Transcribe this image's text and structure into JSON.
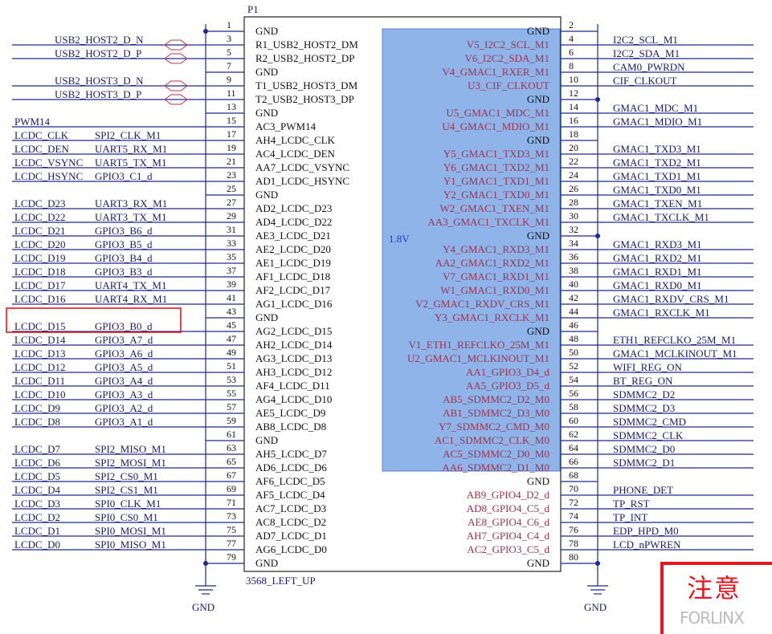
{
  "component": {
    "ref": "P1",
    "part": "3568_LEFT_UP",
    "voltage_note": "1.8V"
  },
  "gnd_left": "GND",
  "gnd_right": "GND",
  "warning_text": "注意",
  "watermark": "FORLINX",
  "colors": {
    "wire": "#1c2a8a",
    "highlight_blue": "#8fb4ea",
    "highlight_red": "#e8161d",
    "pad_red": "#a0334a"
  },
  "left_pins": [
    {
      "pin": "1",
      "name": "GND",
      "net": "",
      "alt": "",
      "mark": "junction"
    },
    {
      "pin": "3",
      "name": "R1_USB2_HOST2_DM",
      "net": "USB2_HOST2_D_N",
      "alt": "",
      "mark": "diff"
    },
    {
      "pin": "5",
      "name": "R2_USB2_HOST2_DP",
      "net": "USB2_HOST2_D_P",
      "alt": "",
      "mark": "diff"
    },
    {
      "pin": "7",
      "name": "GND",
      "net": "",
      "alt": "",
      "mark": ""
    },
    {
      "pin": "9",
      "name": "T1_USB2_HOST3_DM",
      "net": "USB2_HOST3_D_N",
      "alt": "",
      "mark": "diff"
    },
    {
      "pin": "11",
      "name": "T2_USB2_HOST3_DP",
      "net": "USB2_HOST3_D_P",
      "alt": "",
      "mark": "diff"
    },
    {
      "pin": "13",
      "name": "GND",
      "net": "",
      "alt": "",
      "mark": ""
    },
    {
      "pin": "15",
      "name": "AC3_PWM14",
      "net": "PWM14",
      "alt": "",
      "mark": ""
    },
    {
      "pin": "17",
      "name": "AH4_LCDC_CLK",
      "net": "LCDC_CLK",
      "alt": "SPI2_CLK_M1",
      "mark": ""
    },
    {
      "pin": "19",
      "name": "AC4_LCDC_DEN",
      "net": "LCDC_DEN",
      "alt": "UART5_RX_M1",
      "mark": ""
    },
    {
      "pin": "21",
      "name": "AA7_LCDC_VSYNC",
      "net": "LCDC_VSYNC",
      "alt": "UART5_TX_M1",
      "mark": ""
    },
    {
      "pin": "23",
      "name": "AD1_LCDC_HSYNC",
      "net": "LCDC_HSYNC",
      "alt": "GPIO3_C1_d",
      "mark": ""
    },
    {
      "pin": "25",
      "name": "GND",
      "net": "",
      "alt": "",
      "mark": ""
    },
    {
      "pin": "27",
      "name": "AD2_LCDC_D23",
      "net": "LCDC_D23",
      "alt": "UART3_RX_M1",
      "mark": ""
    },
    {
      "pin": "29",
      "name": "AD4_LCDC_D22",
      "net": "LCDC_D22",
      "alt": "UART3_TX_M1",
      "mark": ""
    },
    {
      "pin": "31",
      "name": "AE3_LCDC_D21",
      "net": "LCDC_D21",
      "alt": "GPIO3_B6_d",
      "mark": ""
    },
    {
      "pin": "33",
      "name": "AE2_LCDC_D20",
      "net": "LCDC_D20",
      "alt": "GPIO3_B5_d",
      "mark": ""
    },
    {
      "pin": "35",
      "name": "AE1_LCDC_D19",
      "net": "LCDC_D19",
      "alt": "GPIO3_B4_d",
      "mark": ""
    },
    {
      "pin": "37",
      "name": "AF1_LCDC_D18",
      "net": "LCDC_D18",
      "alt": "GPIO3_B3_d",
      "mark": ""
    },
    {
      "pin": "39",
      "name": "AF2_LCDC_D17",
      "net": "LCDC_D17",
      "alt": "UART4_TX_M1",
      "mark": ""
    },
    {
      "pin": "41",
      "name": "AG1_LCDC_D16",
      "net": "LCDC_D16",
      "alt": "UART4_RX_M1",
      "mark": ""
    },
    {
      "pin": "43",
      "name": "GND",
      "net": "",
      "alt": "",
      "mark": ""
    },
    {
      "pin": "45",
      "name": "AG2_LCDC_D15",
      "net": "LCDC_D15",
      "alt": "GPIO3_B0_d",
      "mark": "highlight"
    },
    {
      "pin": "47",
      "name": "AH2_LCDC_D14",
      "net": "LCDC_D14",
      "alt": "GPIO3_A7_d",
      "mark": ""
    },
    {
      "pin": "49",
      "name": "AG3_LCDC_D13",
      "net": "LCDC_D13",
      "alt": "GPIO3_A6_d",
      "mark": ""
    },
    {
      "pin": "51",
      "name": "AH3_LCDC_D12",
      "net": "LCDC_D12",
      "alt": "GPIO3_A5_d",
      "mark": ""
    },
    {
      "pin": "53",
      "name": "AF4_LCDC_D11",
      "net": "LCDC_D11",
      "alt": "GPIO3_A4_d",
      "mark": ""
    },
    {
      "pin": "55",
      "name": "AG4_LCDC_D10",
      "net": "LCDC_D10",
      "alt": "GPIO3_A3_d",
      "mark": ""
    },
    {
      "pin": "57",
      "name": "AE5_LCDC_D9",
      "net": "LCDC_D9",
      "alt": "GPIO3_A2_d",
      "mark": ""
    },
    {
      "pin": "59",
      "name": "AB8_LCDC_D8",
      "net": "LCDC_D8",
      "alt": "GPIO3_A1_d",
      "mark": ""
    },
    {
      "pin": "61",
      "name": "GND",
      "net": "",
      "alt": "",
      "mark": ""
    },
    {
      "pin": "63",
      "name": "AH5_LCDC_D7",
      "net": "LCDC_D7",
      "alt": "SPI2_MISO_M1",
      "mark": ""
    },
    {
      "pin": "65",
      "name": "AD6_LCDC_D6",
      "net": "LCDC_D6",
      "alt": "SPI2_MOSI_M1",
      "mark": ""
    },
    {
      "pin": "67",
      "name": "AF6_LCDC_D5",
      "net": "LCDC_D5",
      "alt": "SPI2_CS0_M1",
      "mark": ""
    },
    {
      "pin": "69",
      "name": "AF5_LCDC_D4",
      "net": "LCDC_D4",
      "alt": "SPI2_CS1_M1",
      "mark": ""
    },
    {
      "pin": "71",
      "name": "AC7_LCDC_D3",
      "net": "LCDC_D3",
      "alt": "SPI0_CLK_M1",
      "mark": ""
    },
    {
      "pin": "73",
      "name": "AC8_LCDC_D2",
      "net": "LCDC_D2",
      "alt": "SPI0_CS0_M1",
      "mark": ""
    },
    {
      "pin": "75",
      "name": "AD7_LCDC_D1",
      "net": "LCDC_D1",
      "alt": "SPI0_MOSI_M1",
      "mark": ""
    },
    {
      "pin": "77",
      "name": "AG6_LCDC_D0",
      "net": "LCDC_D0",
      "alt": "SPI0_MISO_M1",
      "mark": ""
    },
    {
      "pin": "79",
      "name": "GND",
      "net": "",
      "alt": "",
      "mark": "junction"
    }
  ],
  "right_pins": [
    {
      "pin": "2",
      "name": "GND",
      "net": "",
      "mark": ""
    },
    {
      "pin": "4",
      "name": "V5_I2C2_SCL_M1",
      "net": "I2C2_SCL_M1",
      "mark": ""
    },
    {
      "pin": "6",
      "name": "V6_I2C2_SDA_M1",
      "net": "I2C2_SDA_M1",
      "mark": ""
    },
    {
      "pin": "8",
      "name": "V4_GMAC1_RXER_M1",
      "net": "CAM0_PWRDN",
      "mark": ""
    },
    {
      "pin": "10",
      "name": "U3_CIF_CLKOUT",
      "net": "CIF_CLKOUT",
      "mark": ""
    },
    {
      "pin": "12",
      "name": "GND",
      "net": "",
      "mark": "junction"
    },
    {
      "pin": "14",
      "name": "U5_GMAC1_MDC_M1",
      "net": "GMAC1_MDC_M1",
      "mark": ""
    },
    {
      "pin": "16",
      "name": "U4_GMAC1_MDIO_M1",
      "net": "GMAC1_MDIO_M1",
      "mark": ""
    },
    {
      "pin": "18",
      "name": "GND",
      "net": "",
      "mark": ""
    },
    {
      "pin": "20",
      "name": "Y5_GMAC1_TXD3_M1",
      "net": "GMAC1_TXD3_M1",
      "mark": ""
    },
    {
      "pin": "22",
      "name": "Y6_GMAC1_TXD2_M1",
      "net": "GMAC1_TXD2_M1",
      "mark": ""
    },
    {
      "pin": "24",
      "name": "Y1_GMAC1_TXD1_M1",
      "net": "GMAC1_TXD1_M1",
      "mark": ""
    },
    {
      "pin": "26",
      "name": "Y2_GMAC1_TXD0_M1",
      "net": "GMAC1_TXD0_M1",
      "mark": ""
    },
    {
      "pin": "28",
      "name": "W2_GMAC1_TXEN_M1",
      "net": "GMAC1_TXEN_M1",
      "mark": ""
    },
    {
      "pin": "30",
      "name": "AA3_GMAC1_TXCLK_M1",
      "net": "GMAC1_TXCLK_M1",
      "mark": ""
    },
    {
      "pin": "32",
      "name": "GND",
      "net": "",
      "mark": "junction"
    },
    {
      "pin": "34",
      "name": "Y4_GMAC1_RXD3_M1",
      "net": "GMAC1_RXD3_M1",
      "mark": ""
    },
    {
      "pin": "36",
      "name": "AA2_GMAC1_RXD2_M1",
      "net": "GMAC1_RXD2_M1",
      "mark": ""
    },
    {
      "pin": "38",
      "name": "V7_GMAC1_RXD1_M1",
      "net": "GMAC1_RXD1_M1",
      "mark": ""
    },
    {
      "pin": "40",
      "name": "W1_GMAC1_RXD0_M1",
      "net": "GMAC1_RXD0_M1",
      "mark": ""
    },
    {
      "pin": "42",
      "name": "V2_GMAC1_RXDV_CRS_M1",
      "net": "GMAC1_RXDV_CRS_M1",
      "mark": ""
    },
    {
      "pin": "44",
      "name": "Y3_GMAC1_RXCLK_M1",
      "net": "GMAC1_RXCLK_M1",
      "mark": ""
    },
    {
      "pin": "46",
      "name": "GND",
      "net": "",
      "mark": ""
    },
    {
      "pin": "48",
      "name": "V1_ETH1_REFCLKO_25M_M1",
      "net": "ETH1_REFCLKO_25M_M1",
      "mark": ""
    },
    {
      "pin": "50",
      "name": "U2_GMAC1_MCLKINOUT_M1",
      "net": "GMAC1_MCLKINOUT_M1",
      "mark": ""
    },
    {
      "pin": "52",
      "name": "AA1_GPIO3_D4_d",
      "net": "WIFI_REG_ON",
      "mark": ""
    },
    {
      "pin": "54",
      "name": "AA5_GPIO3_D5_d",
      "net": "BT_REG_ON",
      "mark": ""
    },
    {
      "pin": "56",
      "name": "AB5_SDMMC2_D2_M0",
      "net": "SDMMC2_D2",
      "mark": ""
    },
    {
      "pin": "58",
      "name": "AB1_SDMMC2_D3_M0",
      "net": "SDMMC2_D3",
      "mark": ""
    },
    {
      "pin": "60",
      "name": "Y7_SDMMC2_CMD_M0",
      "net": "SDMMC2_CMD",
      "mark": ""
    },
    {
      "pin": "62",
      "name": "AC1_SDMMC2_CLK_M0",
      "net": "SDMMC2_CLK",
      "mark": ""
    },
    {
      "pin": "64",
      "name": "AC5_SDMMC2_D0_M0",
      "net": "SDMMC2_D0",
      "mark": ""
    },
    {
      "pin": "66",
      "name": "AA6_SDMMC2_D1_M0",
      "net": "SDMMC2_D1",
      "mark": ""
    },
    {
      "pin": "68",
      "name": "GND",
      "net": "",
      "mark": ""
    },
    {
      "pin": "70",
      "name": "AB9_GPIO4_D2_d",
      "net": "PHONE_DET",
      "mark": ""
    },
    {
      "pin": "72",
      "name": "AD8_GPIO4_C5_d",
      "net": "TP_RST",
      "mark": ""
    },
    {
      "pin": "74",
      "name": "AE8_GPIO4_C6_d",
      "net": "TP_INT",
      "mark": ""
    },
    {
      "pin": "76",
      "name": "AH7_GPIO4_C4_d",
      "net": "EDP_HPD_M0",
      "mark": ""
    },
    {
      "pin": "78",
      "name": "AC2_GPIO3_C5_d",
      "net": "LCD_nPWREN",
      "mark": ""
    },
    {
      "pin": "80",
      "name": "GND",
      "net": "",
      "mark": "junction"
    }
  ]
}
